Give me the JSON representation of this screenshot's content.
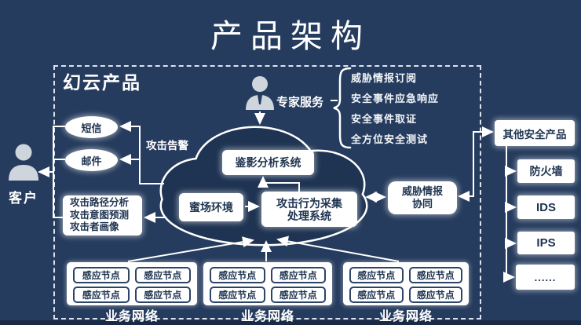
{
  "title": "产品架构",
  "product_box": {
    "label": "幻云产品"
  },
  "expert": {
    "label": "专家服务",
    "services": [
      "威胁情报订阅",
      "安全事件应急响应",
      "安全事件取证",
      "全方位安全测试"
    ]
  },
  "customer": {
    "label": "客户"
  },
  "alert": {
    "label": "攻击告警",
    "channels": [
      "短信",
      "邮件"
    ],
    "analysis_lines": [
      "攻击路径分析",
      "攻击意图预测",
      "攻击者画像"
    ]
  },
  "cloud": {
    "analysis_system": "鉴影分析系统",
    "honeypot_env": "蜜场环境",
    "collector_line1": "攻击行为采集",
    "collector_line2": "处理系统"
  },
  "threat_intel": {
    "line1": "威胁情报",
    "line2": "协同"
  },
  "other_products": {
    "label": "其他安全产品",
    "items": [
      "防火墙",
      "IDS",
      "IPS",
      "......"
    ]
  },
  "networks": {
    "node_label": "感应节点",
    "groups": [
      {
        "label": "业务网络"
      },
      {
        "label": "业务网络"
      },
      {
        "label": "业务网络"
      }
    ]
  },
  "colors": {
    "background": "#263c5e",
    "cloud_fill": "#1f3453",
    "bottom_bar": "#1a2a45",
    "box_text": "#1e3350",
    "outline_white": "#ffffff"
  }
}
